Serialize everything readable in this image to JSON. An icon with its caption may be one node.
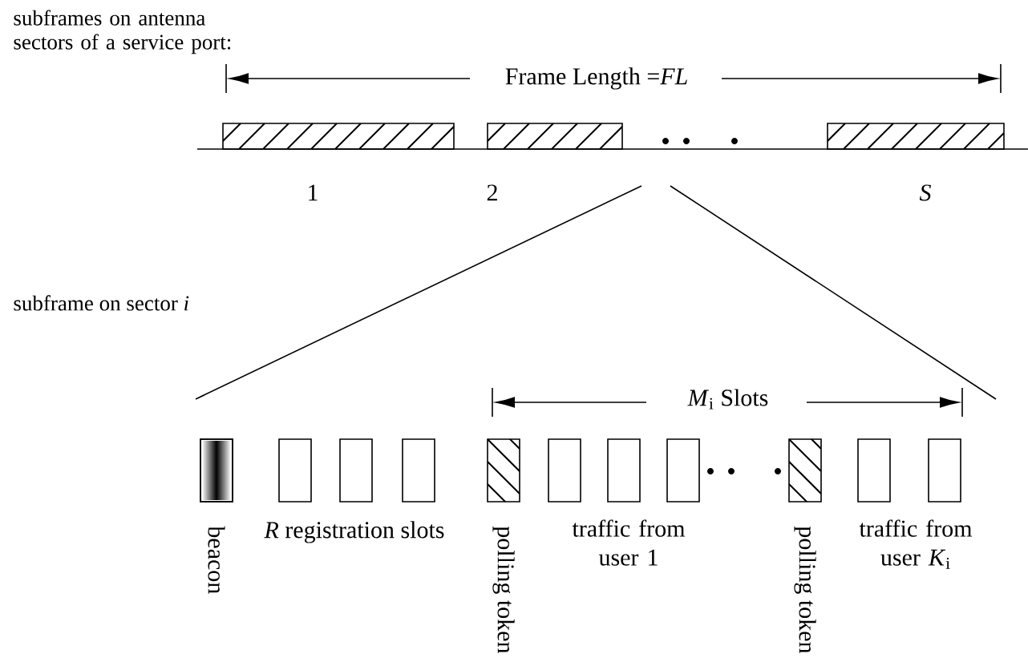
{
  "diagram": {
    "nodes": [
      {
        "text": [],
        "shape": "bar",
        "beside": [
          "1"
        ]
      },
      {
        "text": [],
        "shape": "bar",
        "beside": [
          "2"
        ]
      },
      {
        "text": [],
        "shape": "bar",
        "beside": [
          "*S*"
        ]
      },
      {
        "text": [],
        "shape": "box",
        "beside": [
          "beacon"
        ]
      },
      {
        "text": [],
        "shape": "box"
      },
      {
        "text": [],
        "shape": "box"
      },
      {
        "text": [],
        "shape": "box"
      },
      {
        "text": [],
        "shape": "box",
        "beside": [
          "polling token"
        ]
      },
      {
        "text": [],
        "shape": "box"
      },
      {
        "text": [],
        "shape": "box"
      },
      {
        "text": [],
        "shape": "box"
      },
      {
        "text": [],
        "shape": "box",
        "beside": [
          "polling token"
        ]
      },
      {
        "text": [],
        "shape": "box"
      },
      {
        "text": [],
        "shape": "box"
      }
    ],
    "labels": [
      "subframes on antenna sectors of a service port:",
      "Frame Length =*FL*",
      "subframe on sector *i*",
      "*M*$_{i}$ Slots",
      "*R* registration slots",
      "traffic from user 1",
      "traffic from user *K*$_{i}$"
    ]
  }
}
